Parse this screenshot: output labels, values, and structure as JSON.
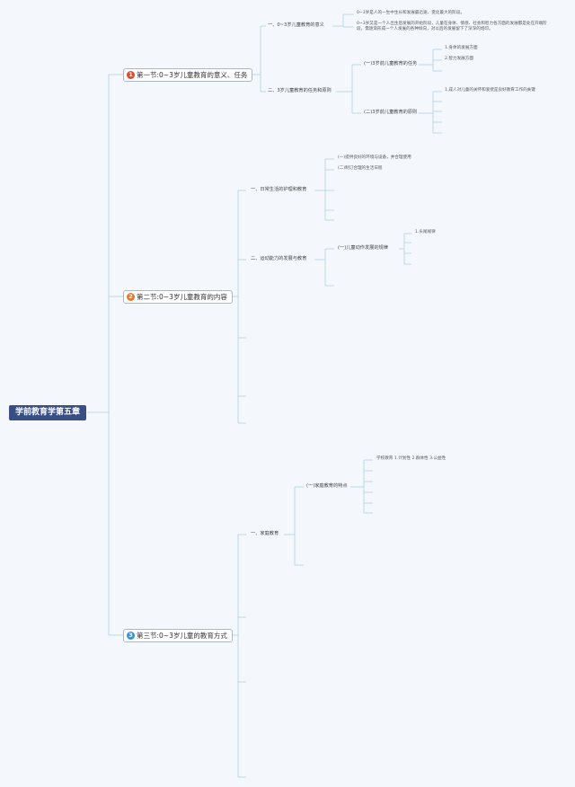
{
  "root": "学前教育学第五章",
  "colors": {
    "root_bg": "#3a4e86",
    "line": "#b0cfe0",
    "badge1": "#e04b2f",
    "badge2": "#e07a2f",
    "badge3": "#2f97d9"
  },
  "sections": [
    {
      "num": "1",
      "label": "第一节:0~3岁儿童教育的意义、任务",
      "children": [
        {
          "label": "一、0~3岁儿童教育的意义",
          "notes": [
            "0~3岁是人的一生中生长和发展最迅速、变化最大的阶段。",
            "0~3岁又是一个人出生后发展的开始阶段，儿童在身体、情感、社会和智力各方面的发展都是处在开端阶段，需逐渐形成一个人发展的各种倾向，对以后的发展留下了深深的烙印。"
          ]
        },
        {
          "label": "二、3岁儿童教育的任务和原则",
          "groups": [
            {
              "label": "(一)3岁前儿童教育的任务",
              "items": [
                "1.身体的发展方面",
                "2.智力发展方面"
              ]
            },
            {
              "label": "(二)3岁前儿童教育的原则",
              "items": [
                "1.成人对儿童的关怀和爱抚是良好教育工作的关键"
              ]
            }
          ]
        }
      ]
    },
    {
      "num": "2",
      "label": "第二节:0~3岁儿童教育的内容",
      "children": [
        {
          "label": "一、日常生活的护理和教育",
          "items": [
            "(一)提供良好的环境与设备，并合理使用",
            "(二)制订合理的生活日程"
          ]
        },
        {
          "label": "二、运动能力的发展与教育",
          "groups": [
            {
              "label": "(一)儿童动作发展的规律",
              "items": [
                "1.头尾规律"
              ]
            }
          ]
        }
      ]
    },
    {
      "num": "3",
      "label": "第三节:0~3岁儿童的教育方式",
      "children": [
        {
          "label": "一、家庭教育",
          "groups": [
            {
              "label": "(一)家庭教育的特点",
              "items": [
                "学校教育 1.计划性 2.群体性 3.公益性"
              ]
            }
          ]
        }
      ]
    }
  ]
}
